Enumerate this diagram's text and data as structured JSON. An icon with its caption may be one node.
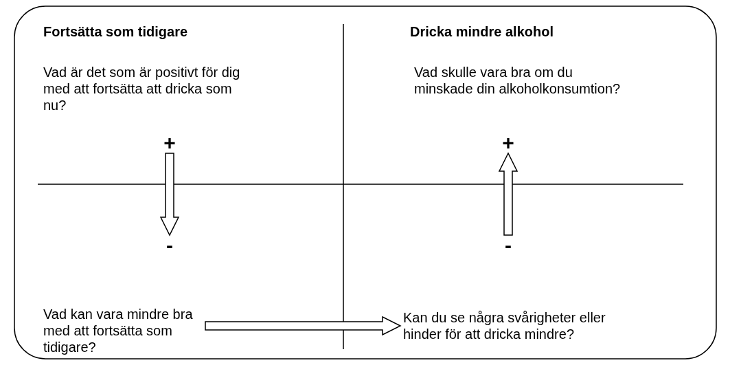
{
  "diagram": {
    "nodes": [
      {
        "text": [
          "+"
        ]
      },
      {
        "text": [
          "-"
        ]
      },
      {
        "text": [
          "+"
        ]
      },
      {
        "text": [
          "-"
        ]
      },
      {
        "text": [
          "Vad kan vara mindre bra med att fortsätta som tidigare?"
        ]
      },
      {
        "text": [
          "Kan du se några svårigheter eller hinder för att dricka mindre?"
        ]
      }
    ],
    "edges": [
      {
        "from": 0,
        "to": 1,
        "arrow": "to"
      },
      {
        "from": 3,
        "to": 2,
        "arrow": "to"
      },
      {
        "from": 4,
        "to": 5,
        "arrow": "to"
      }
    ],
    "labels": [
      "Fortsätta som tidigare",
      "Dricka mindre alkohol",
      "Vad är det som är positivt för dig med att fortsätta att dricka som nu?",
      "Vad skulle vara bra om du minskade din alkoholkonsumtion?"
    ]
  }
}
